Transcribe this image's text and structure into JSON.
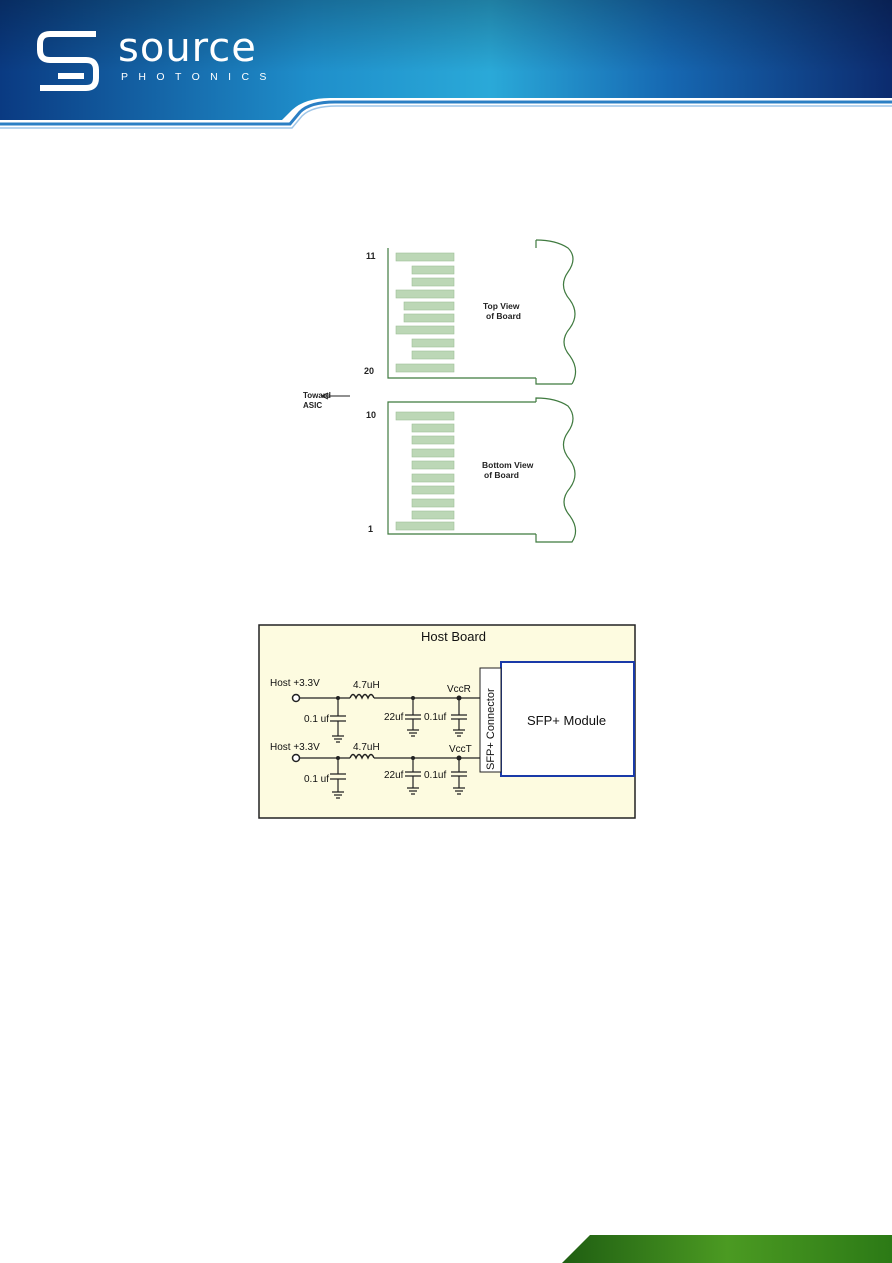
{
  "header": {
    "logo_word": "source",
    "logo_subtitle": "PHOTONICS",
    "colors": {
      "banner_dark": "#0c2f73",
      "banner_light": "#21a1d3",
      "footer_green": "#3f8f1d"
    }
  },
  "pad_diagram": {
    "top_label_1": "Top View",
    "top_label_2": "of Board",
    "bottom_label_1": "Bottom View",
    "bottom_label_2": "of Board",
    "toward_1": "Toward",
    "toward_2": "ASIC",
    "pin_11": "11",
    "pin_20": "20",
    "pin_10": "10",
    "pin_1": "1",
    "pad_color": "#bcd7b6",
    "outline_color": "#3f7a3f"
  },
  "circuit": {
    "title": "Host Board",
    "host_1": "Host +3.3V",
    "host_2": "Host +3.3V",
    "inductor_1": "4.7uH",
    "inductor_2": "4.7uH",
    "cap_in_1": "0.1 uf",
    "cap_in_2": "0.1 uf",
    "cap_22_1": "22uf",
    "cap_22_2": "22uf",
    "cap_out_1": "0.1uf",
    "cap_out_2": "0.1uf",
    "vccr": "VccR",
    "vcct": "VccT",
    "connector": "SFP+ Connector",
    "module": "SFP+ Module",
    "background": "#fdfbe0",
    "module_border": "#1a3aa8"
  }
}
